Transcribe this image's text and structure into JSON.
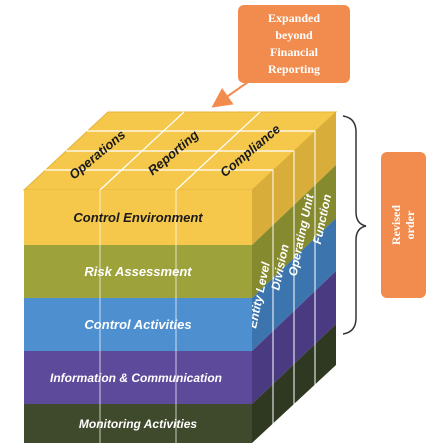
{
  "callout_top": {
    "lines": [
      "Expanded",
      "beyond",
      "Financial",
      "Reporting"
    ],
    "color": "#f28c4e"
  },
  "callout_right": {
    "lines": [
      "Revised",
      "order"
    ],
    "color": "#f28c4e"
  },
  "cube": {
    "top_faces": [
      "Operations",
      "Reporting",
      "Compliance"
    ],
    "front_rows": [
      {
        "label": "Control Environment",
        "color": "#f5c84c",
        "text_color": "#1a1a1a"
      },
      {
        "label": "Risk Assessment",
        "color": "#9ea23a",
        "text_color": "#ffffff"
      },
      {
        "label": "Control Activities",
        "color": "#4e8fcf",
        "text_color": "#ffffff"
      },
      {
        "label": "Information & Communication",
        "color": "#5d4a9a",
        "text_color": "#ffffff"
      },
      {
        "label": "Monitoring Activities",
        "color": "#3f4a2c",
        "text_color": "#ffffff"
      }
    ],
    "side_labels": [
      "Entity Level",
      "Division",
      "Operating Unit",
      "Function"
    ],
    "top_color": "#f5c84c"
  }
}
